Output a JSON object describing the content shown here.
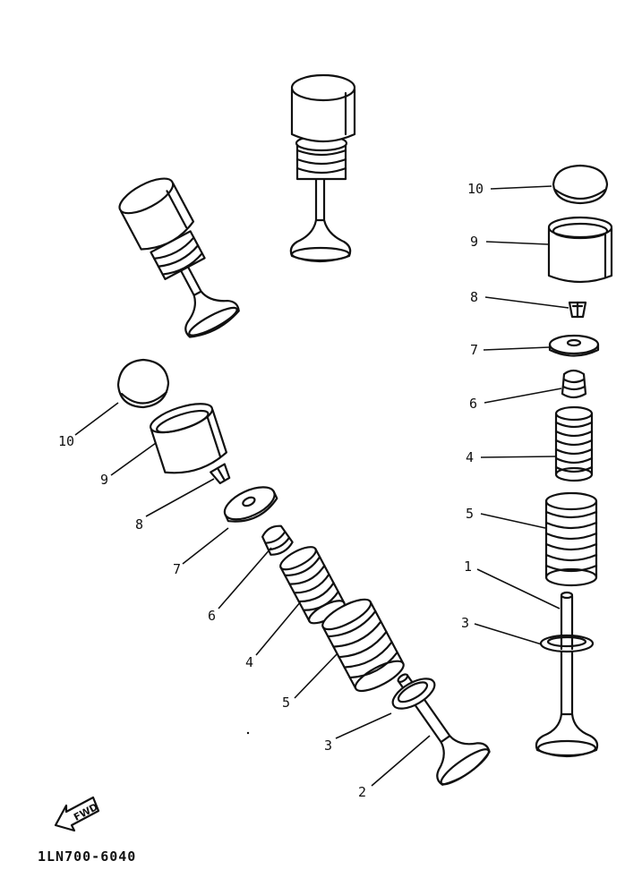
{
  "callouts": {
    "r10": "10",
    "r9": "9",
    "r8": "8",
    "r7": "7",
    "r6": "6",
    "r4": "4",
    "r5": "5",
    "r1": "1",
    "r3": "3",
    "l10": "10",
    "l9": "9",
    "l8": "8",
    "l7": "7",
    "l6": "6",
    "l4": "4",
    "l5": "5",
    "l3": "3",
    "l2": "2"
  },
  "fwd_label": "FWD",
  "diagram_code": "1LN700-6040",
  "icons": {
    "fwd_arrow": "fwd-arrow-icon"
  }
}
